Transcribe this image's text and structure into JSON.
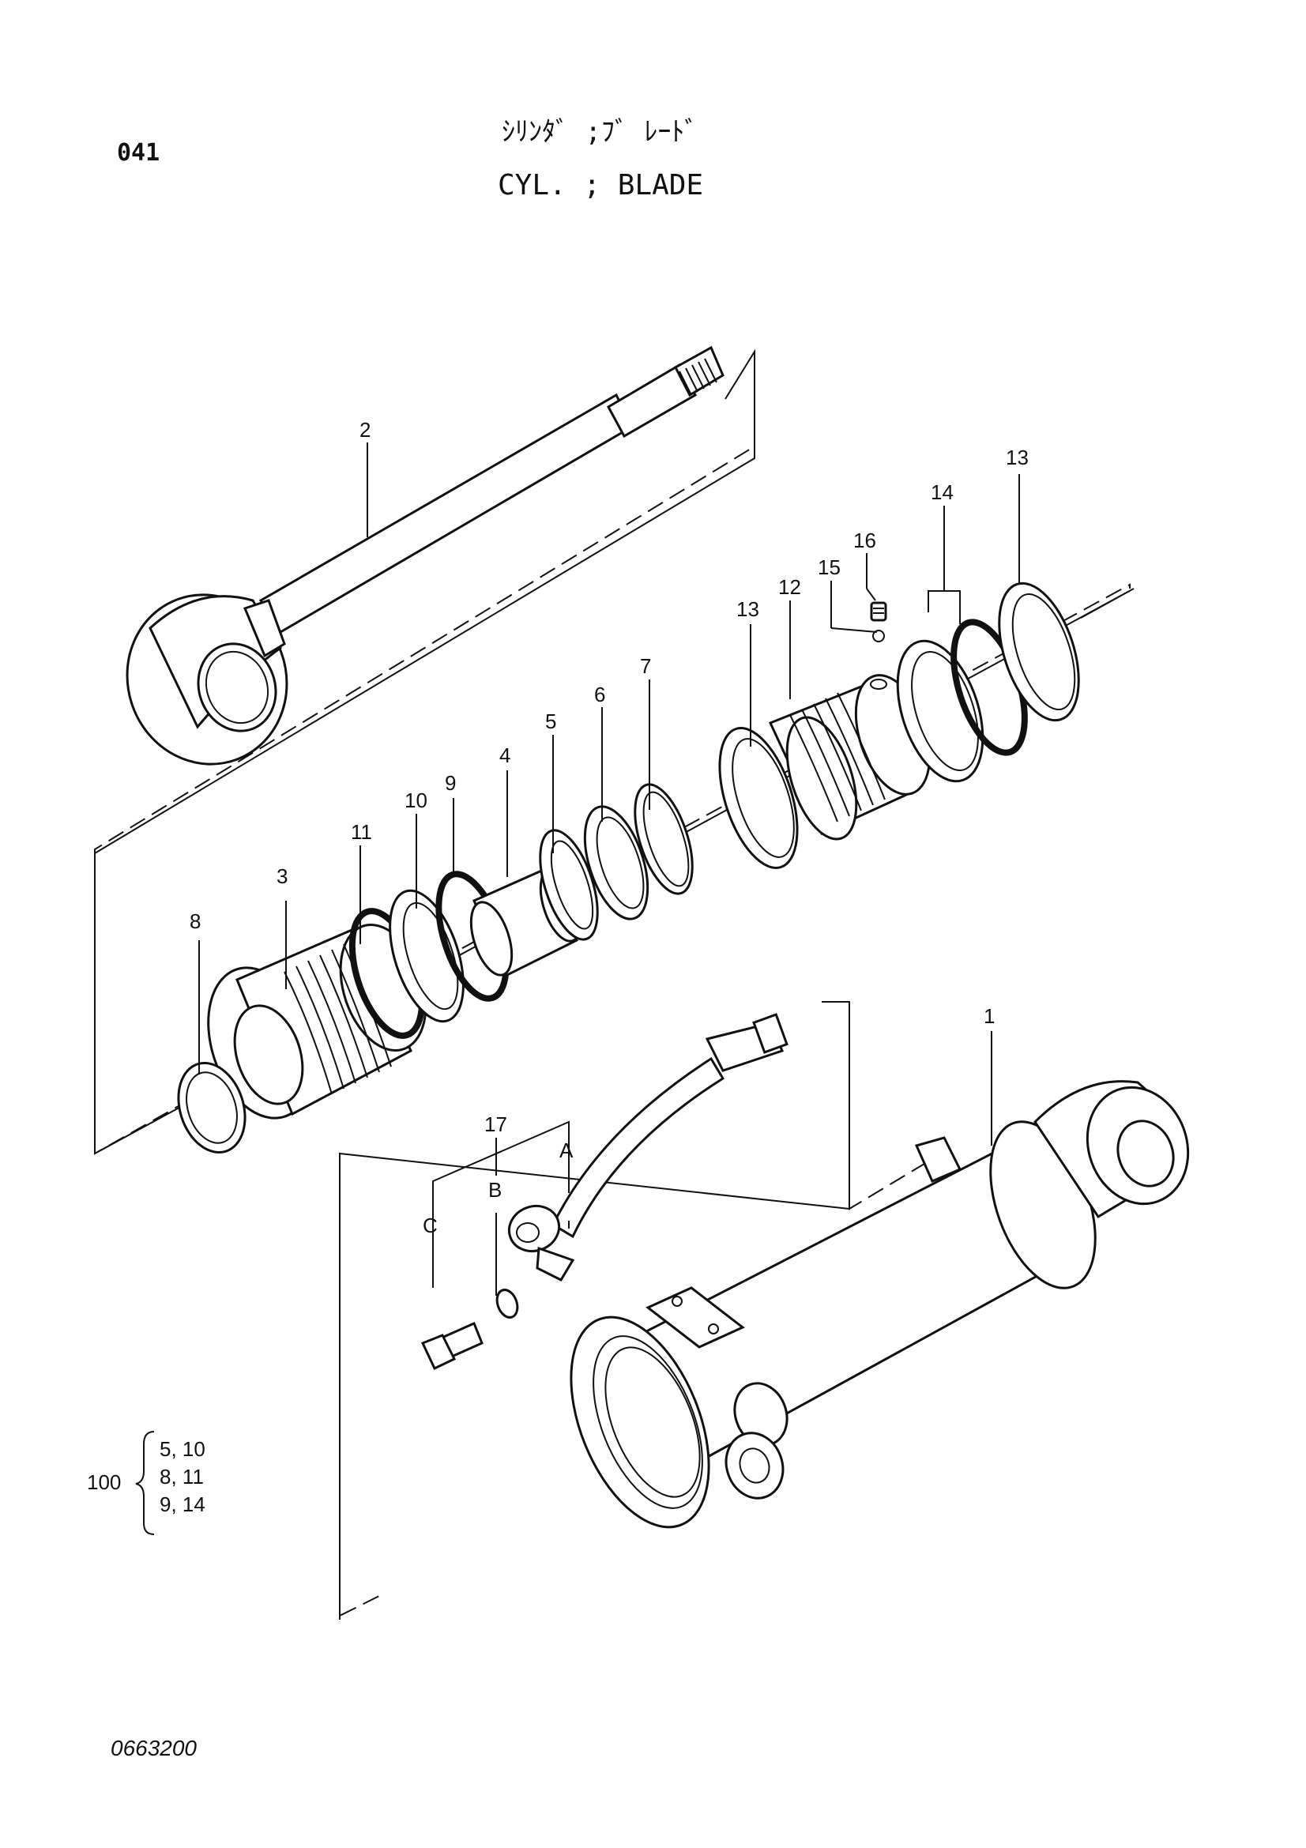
{
  "page": {
    "code": "041",
    "title_jp": "ｼﾘﾝﾀﾞ ;ﾌﾞ ﾚｰﾄﾞ",
    "title_en": "CYL. ; BLADE",
    "drawing_number": "0663200"
  },
  "callouts": {
    "c1": "1",
    "c2": "2",
    "c3": "3",
    "c4": "4",
    "c5": "5",
    "c6": "6",
    "c7": "7",
    "c8": "8",
    "c9": "9",
    "c10": "10",
    "c11": "11",
    "c12": "12",
    "c13a": "13",
    "c13b": "13",
    "c14": "14",
    "c15": "15",
    "c16": "16",
    "c17": "17",
    "ca": "A",
    "cb": "B",
    "cc": "C"
  },
  "kit": {
    "number": "100",
    "lines": [
      "5,  10",
      "8,  11",
      "9,  14"
    ]
  }
}
